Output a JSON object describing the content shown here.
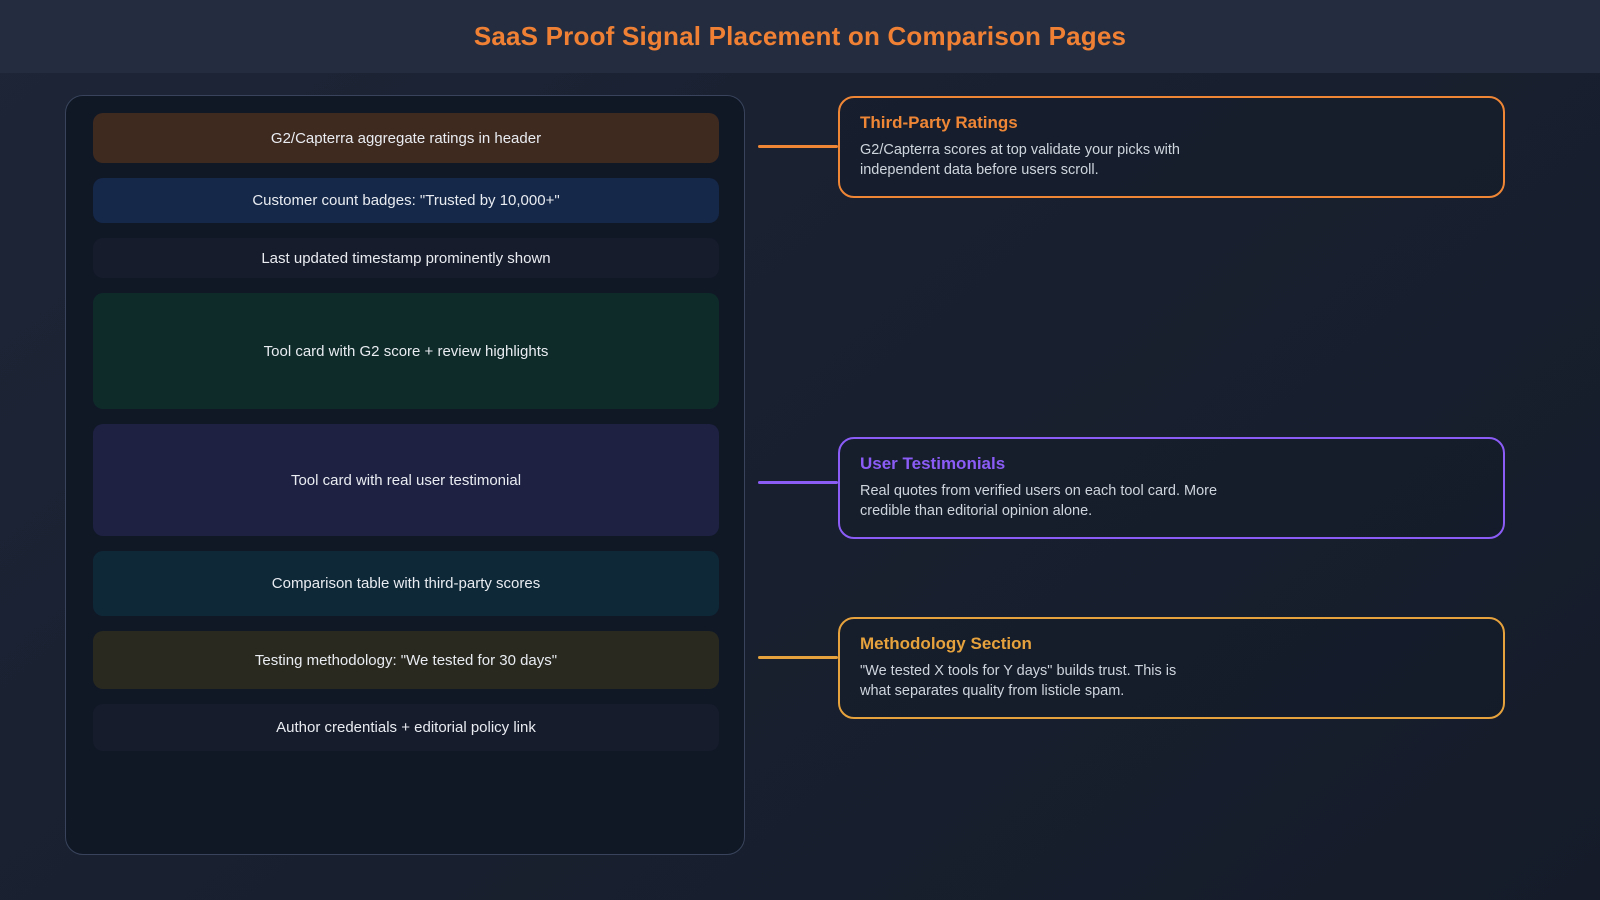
{
  "header": {
    "title": "SaaS Proof Signal Placement on Comparison Pages",
    "title_color": "#f08134"
  },
  "diagram": {
    "rows": [
      {
        "label": "G2/Capterra aggregate ratings in header",
        "bg": "#3f2a20"
      },
      {
        "label": "Customer count badges: \"Trusted by 10,000+\"",
        "bg": "#152849"
      },
      {
        "label": "Last updated timestamp prominently shown",
        "bg": "#171c2c"
      },
      {
        "label": "Tool card with G2 score + review highlights",
        "bg": "#0e2b2a"
      },
      {
        "label": "Tool card with real user testimonial",
        "bg": "#1e2142"
      },
      {
        "label": "Comparison table with third-party scores",
        "bg": "#0e2838"
      },
      {
        "label": "Testing methodology: \"We tested for 30 days\"",
        "bg": "#292920"
      },
      {
        "label": "Author credentials + editorial policy link",
        "bg": "#171c2d"
      }
    ],
    "callouts": [
      {
        "title": "Third-Party Ratings",
        "body": "G2/Capterra scores at top validate your picks with\nindependent data before users scroll.",
        "accent": "#ef8636",
        "connects_to_row": 0
      },
      {
        "title": "User Testimonials",
        "body": "Real quotes from verified users on each tool card. More\ncredible than editorial opinion alone.",
        "accent": "#8b5cf6",
        "connects_to_row": 4
      },
      {
        "title": "Methodology Section",
        "body": "\"We tested X tools for Y days\" builds trust. This is\nwhat separates quality from listicle spam.",
        "accent": "#e6a23c",
        "connects_to_row": 6
      }
    ]
  }
}
